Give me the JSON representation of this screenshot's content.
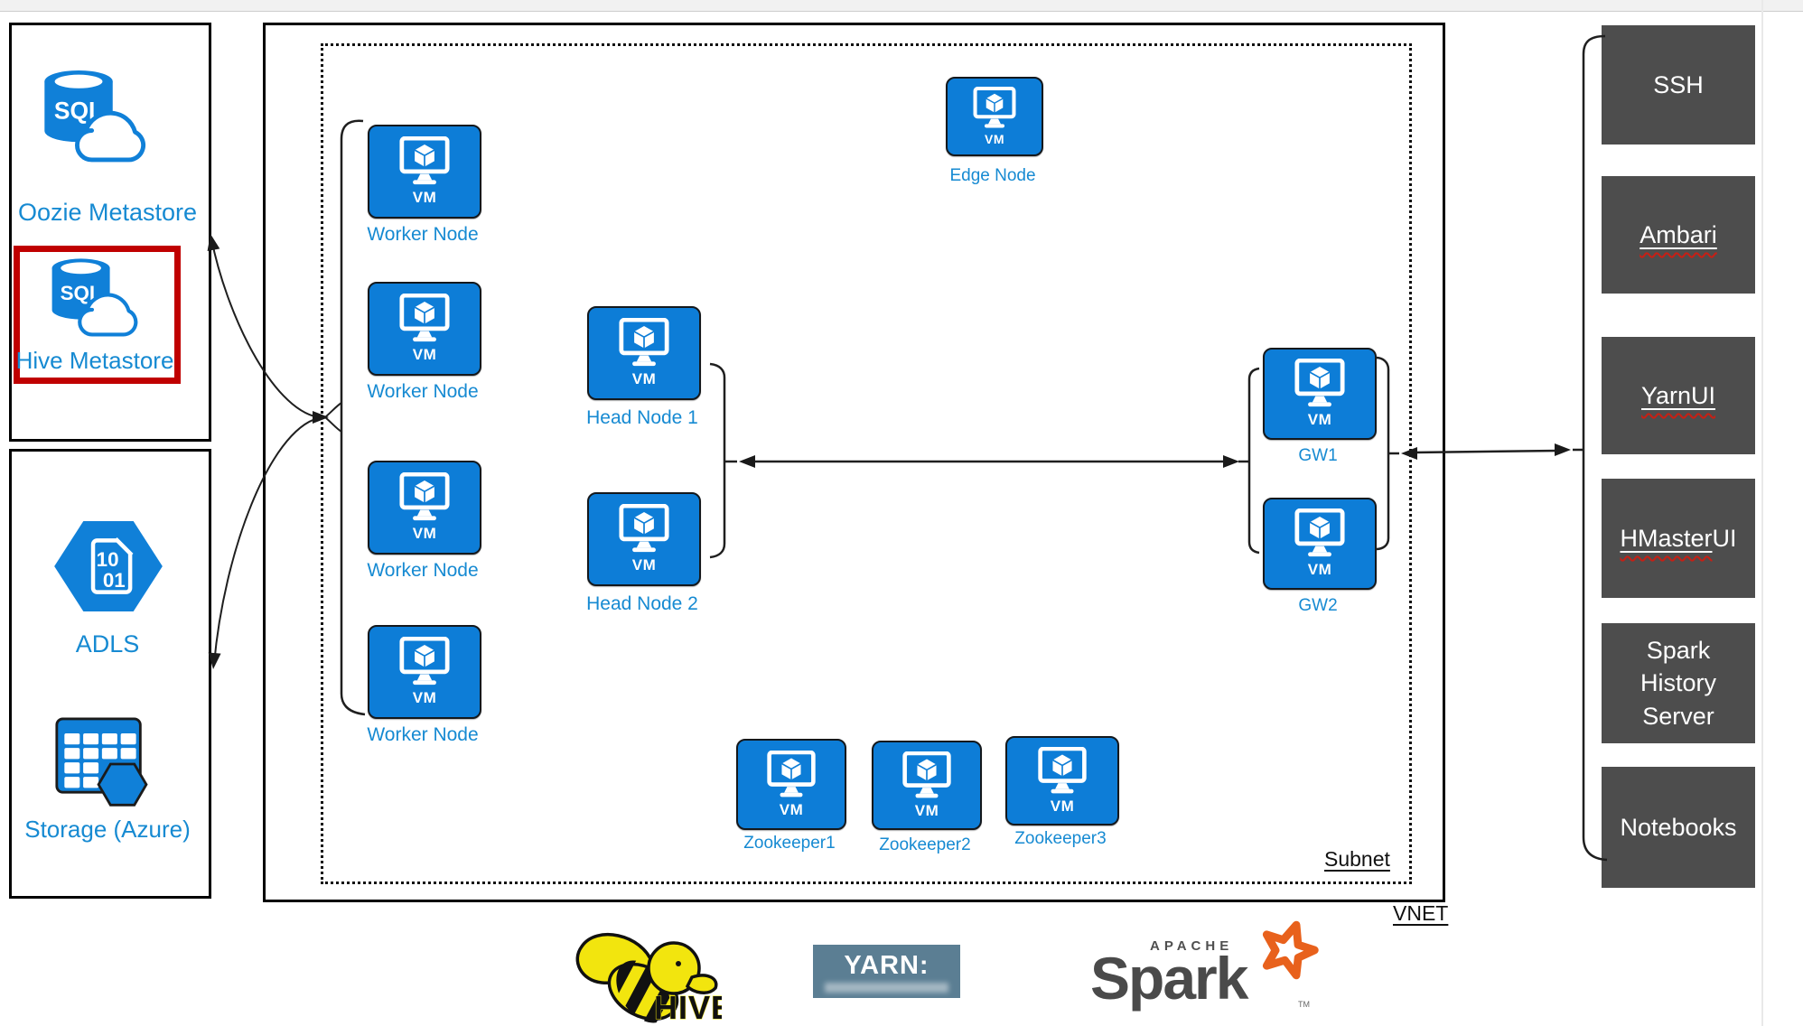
{
  "colors": {
    "azure_blue": "#0d7dd7",
    "label_blue": "#168ad2",
    "dark_box": "#4d4d4d",
    "highlight_red": "#c00000",
    "spark_orange": "#e8611c",
    "hive_yellow": "#f2e50e",
    "yarn_bg": "#5b7e93"
  },
  "left_panel": {
    "sql_text": "SQL",
    "oozie_label": "Oozie Metastore",
    "hive_label": "Hive Metastore",
    "adls_label": "ADLS",
    "adls_digits_top": "10",
    "adls_digits_bottom": "01",
    "storage_label": "Storage (Azure)"
  },
  "network": {
    "subnet_label": "Subnet",
    "vnet_label": "VNET"
  },
  "nodes": {
    "vm_label": "VM",
    "edge": {
      "label": "Edge Node"
    },
    "workers": [
      {
        "label": "Worker Node"
      },
      {
        "label": "Worker Node"
      },
      {
        "label": "Worker Node"
      },
      {
        "label": "Worker Node"
      }
    ],
    "heads": [
      {
        "label": "Head Node 1"
      },
      {
        "label": "Head Node 2"
      }
    ],
    "gateways": [
      {
        "label": "GW1"
      },
      {
        "label": "GW2"
      }
    ],
    "zookeepers": [
      {
        "label": "Zookeeper1"
      },
      {
        "label": "Zookeeper2"
      },
      {
        "label": "Zookeeper3"
      }
    ]
  },
  "right_panel": {
    "items": [
      {
        "label": "SSH"
      },
      {
        "label": "Ambari",
        "underlined": true
      },
      {
        "label": "YarnUI",
        "underlined": true
      },
      {
        "label": "HMaster",
        "suffix": " UI",
        "underlined": true
      },
      {
        "label": "Spark History Server"
      },
      {
        "label": "Notebooks"
      }
    ]
  },
  "logos": {
    "hive": "HIVE",
    "yarn": "YARN:",
    "apache": "APACHE",
    "spark": "Spark",
    "tm": "TM"
  }
}
